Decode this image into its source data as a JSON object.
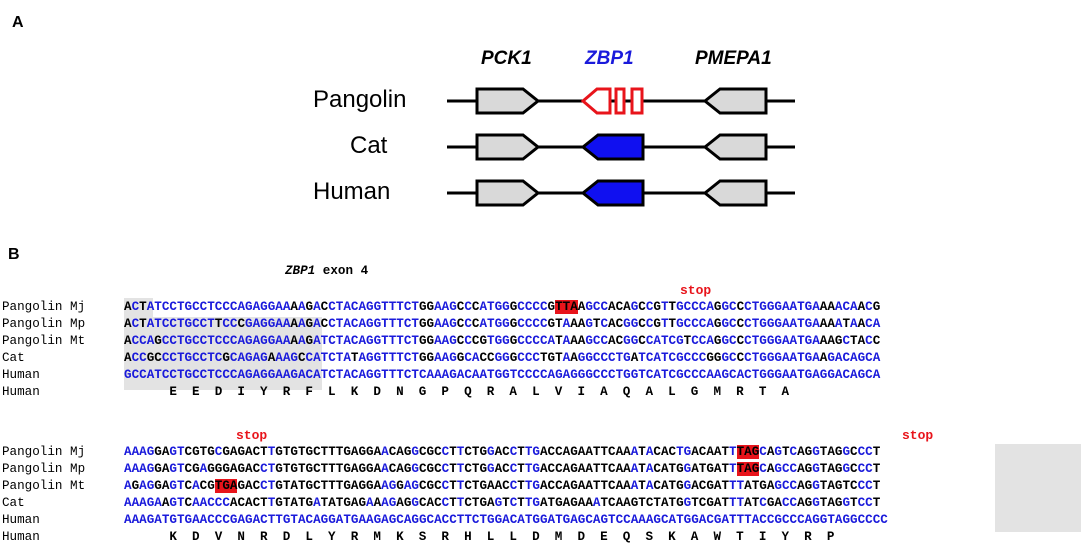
{
  "panels": {
    "a": {
      "label": "A",
      "genes": [
        "PCK1",
        "ZBP1",
        "PMEPA1"
      ],
      "species": [
        "Pangolin",
        "Cat",
        "Human"
      ]
    },
    "b": {
      "label": "B",
      "exon_gene": "ZBP1",
      "exon_suffix": " exon 4",
      "stop_label": "stop",
      "block1": {
        "labels": [
          "Pangolin Mj",
          "Pangolin Mp",
          "Pangolin Mt",
          "Cat",
          "Human",
          "Human"
        ],
        "rows": [
          "ACTATCCTGCCTCCCAGAGGAAAAGACCTACAGGTTTCTGGAAGCCCATGGGCCCCGTTAAGCCACAGCCGTTGCCCAGGCCCTGGGAATGAAAACAACG",
          "ACTATCCTGCCTTCCCGAGGAAAAGACCTACAGGTTTCTGGAAGCCCATGGGCCCCGTAAAGTCACGGCCGTTGCCCAGGCCCTGGGAATGAAAATAACA",
          "ACCAGCCTGCCTCCCAGAGGAAAAGATCTACAGGTTTCTGGAAGCCCGTGGGCCCCATAAAGCCACGGCCATCGTCCAGGCCCTGGGAATGAAAGCTACC",
          "ACCGCCCTGCCTCGCAGAGAAAGCCATCTATAGGTTTCTGGAAGGCACCGGGCCCTGTAAGGCCCTGATCATCGCCCGGGCCCTGGGAATGAAGACAGCA",
          "GCCATCCTGCCTCCCAGAGGAAGACATCTACAGGTTTCTCAAAGACAATGGTCCCCAGAGGGCCCTGGTCATCGCCCAAGCACTGGGAATGAGGACAGCA"
        ],
        "aa": "E  E  D  I  Y  R  F  L  K  D  N  G  P  Q  R  A  L  V  I  A  Q  A  L  G  M  R  T  A"
      },
      "block2": {
        "labels": [
          "Pangolin Mj",
          "Pangolin Mp",
          "Pangolin Mt",
          "Cat",
          "Human",
          "Human"
        ],
        "rows": [
          "AAAGGAGTCGTGCGAGACTTGTGTGCTTTGAGGAACAGGCGCCTTCTGGACCTTGACCAGAATTCAAATACACTGACAATTTAGCAGTCAGGTAGGCCCT",
          "AAAGGAGTCGAGGGAGACCTGTGTGCTTTGAGGAACAGGCGCCTTCTGGACCTTGACCAGAATTCAAATACATGGATGATTTAGCAGCCAGGTAGGCCCT",
          "AGAGGAGTCACGTGAGACCTGTATGCTTTGAGGAAGGAGCGCCTTCTGAACCTTGACCAGAATTCAAATACATGGACGATTTATGAGCCAGGTAGTCCCT",
          "AAAGAAGTCAACCCACACTTGTATGATATGAGAAAGAGGCACCTTCTGAGTCTTGATGAGAAATCAAGTCTATGGTCGATTTATCGACCAGGTAGGTCCT",
          "AAAGATGTGAACCCGAGACTTGTACAGGATGAAGAGCAGGCACCTTCTGGACATGGATGAGCAGTCCAAAGCATGGACGATTTACCGCCCAGGTAGGCCCC"
        ],
        "aa": "K  D  V  N  R  D  L  Y  R  M  K  S  R  H  L  L  D  M  D  E  Q  S  K  A  W  T  I  Y  R  P"
      }
    }
  },
  "colors": {
    "blue": "#1a1adb",
    "red": "#e8141b",
    "grey_fill": "#d9d9d9",
    "shade": "#e3e3e3"
  }
}
